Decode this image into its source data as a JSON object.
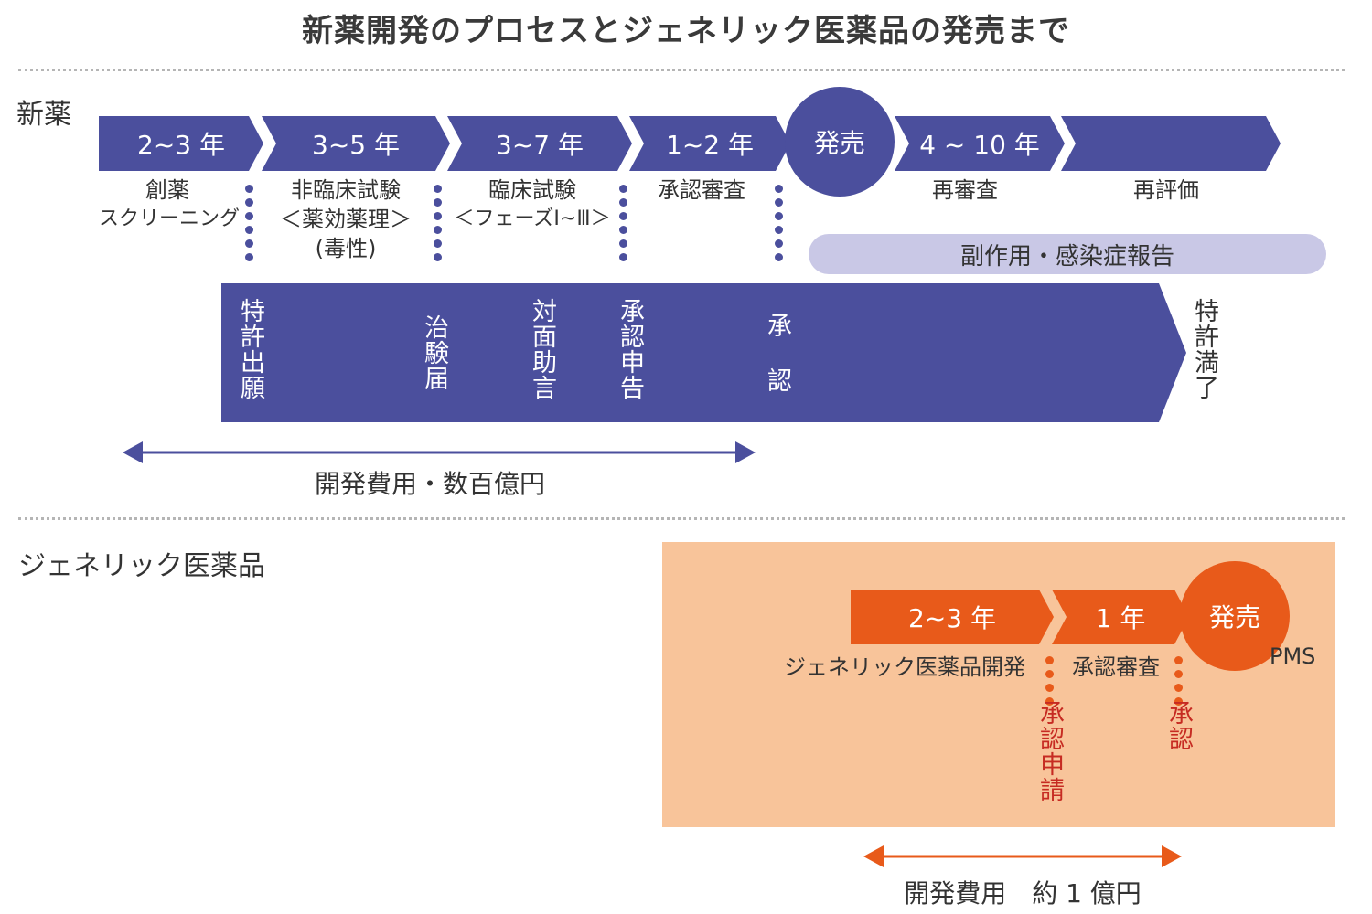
{
  "title": "新薬開発のプロセスとジェネリック医薬品の発売まで",
  "colors": {
    "new_drug": "#4b4f9d",
    "generic": "#e85a1a",
    "generic_bg": "#f8c49a",
    "pill": "#c9c8e6",
    "red_text": "#c62b22"
  },
  "new_drug": {
    "label": "新薬",
    "durations": [
      "2~3 年",
      "3~5 年",
      "3~7 年",
      "1~2 年",
      "4 ~ 10 年",
      ""
    ],
    "launch": "発売",
    "stages": {
      "s1": {
        "l1": "創薬",
        "l2": "スクリーニング"
      },
      "s2": {
        "l1": "非臨床試験",
        "l2": "＜薬効薬理＞",
        "l3": "(毒性)"
      },
      "s3": {
        "l1": "臨床試験",
        "l2": "＜フェーズⅠ~Ⅲ＞"
      },
      "s4": {
        "l1": "承認審査"
      },
      "s5": {
        "l1": "再審査"
      },
      "s6": {
        "l1": "再評価"
      }
    },
    "pill": "副作用・感染症報告",
    "milestones": [
      "特許出願",
      "治験届",
      "対面助言",
      "承認申告",
      "承",
      "認"
    ],
    "patent_end": "特許満了",
    "cost_range": "開発費用・数百億円"
  },
  "generic": {
    "label": "ジェネリック医薬品",
    "durations": [
      "2~3 年",
      "1 年"
    ],
    "launch": "発売",
    "stage_dev": "ジェネリック医薬品開発",
    "stage_review": "承認審査",
    "pms": "PMS",
    "milestones": [
      "承認申請",
      "承認"
    ],
    "cost_range": "開発費用　約 1 億円"
  }
}
